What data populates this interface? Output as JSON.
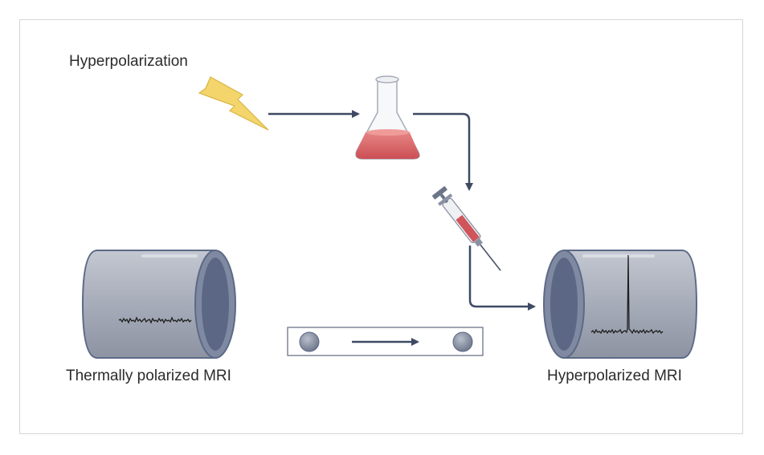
{
  "labels": {
    "hyperpolarization": "Hyperpolarization",
    "thermally_polarized": "Thermally polarized MRI",
    "hyperpolarized": "Hyperpolarized MRI"
  },
  "icons": [
    "lightning-icon",
    "flask-icon",
    "syringe-icon",
    "mri-scanner-icon",
    "spin-sphere-icon",
    "arrow-icon"
  ],
  "colors": {
    "scanner_body": "#a3a8b5",
    "scanner_inner": "#5d6a86",
    "arrow": "#3e4a63",
    "flask_liquid": "#d6595f",
    "bolt": "#f2d46a",
    "signal": "#1f1f1f"
  }
}
